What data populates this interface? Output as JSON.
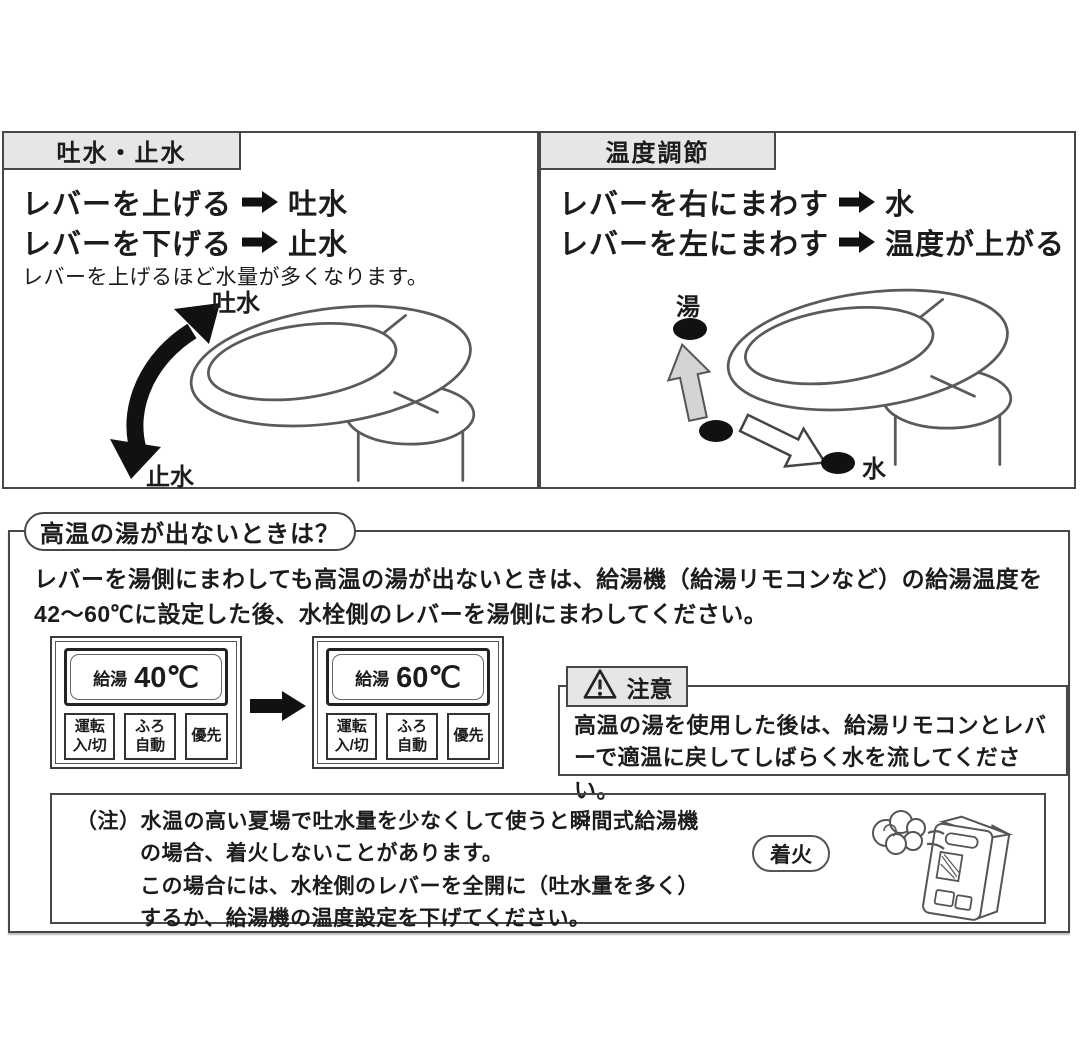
{
  "colors": {
    "page_bg": "#ffffff",
    "header_bg": "#e6e6e6",
    "border": "#474747",
    "text": "#1c1c1c",
    "gray_arrow_fill": "#d4d4d4"
  },
  "spout_box": {
    "title": "吐水・止水",
    "instructions": [
      {
        "pre": "レバーを上げる",
        "post": "吐水"
      },
      {
        "pre": "レバーを下げる",
        "post": "止水"
      }
    ],
    "note": "レバーを上げるほど水量が多くなります。",
    "diagram": {
      "up_label": "吐水",
      "down_label": "止水"
    }
  },
  "temp_box": {
    "title": "温度調節",
    "instructions": [
      {
        "pre": "レバーを右にまわす",
        "post": "水"
      },
      {
        "pre": "レバーを左にまわす",
        "post": "温度が上がる"
      }
    ],
    "diagram": {
      "hot_label": "湯",
      "cold_label": "水"
    }
  },
  "section": {
    "title": "高温の湯が出ないときは？",
    "body": "レバーを湯側にまわしても高温の湯が出ないときは、給湯機（給湯リモコンなど）の給湯温度を42～60℃に設定した後、水栓側のレバーを湯側にまわしてください。",
    "remotes": [
      {
        "label": "給湯",
        "temp": "40℃",
        "buttons": [
          {
            "top": "運転",
            "bottom": "入/切"
          },
          {
            "top": "ふろ",
            "bottom": "自動"
          },
          {
            "top": "優先",
            "bottom": ""
          }
        ]
      },
      {
        "label": "給湯",
        "temp": "60℃",
        "buttons": [
          {
            "top": "運転",
            "bottom": "入/切"
          },
          {
            "top": "ふろ",
            "bottom": "自動"
          },
          {
            "top": "優先",
            "bottom": ""
          }
        ]
      }
    ],
    "caution": {
      "label": "注意",
      "body": "高温の湯を使用した後は、給湯リモコンとレバーで適温に戻してしばらく水を流してください。"
    },
    "note": {
      "lines": [
        "（注）水温の高い夏場で吐水量を少なくして使うと瞬間式給湯機",
        "の場合、着火しないことがあります。",
        "この場合には、水栓側のレバーを全開に（吐水量を多く）",
        "するか、給湯機の温度設定を下げてください。"
      ],
      "ignition_label": "着火"
    }
  }
}
